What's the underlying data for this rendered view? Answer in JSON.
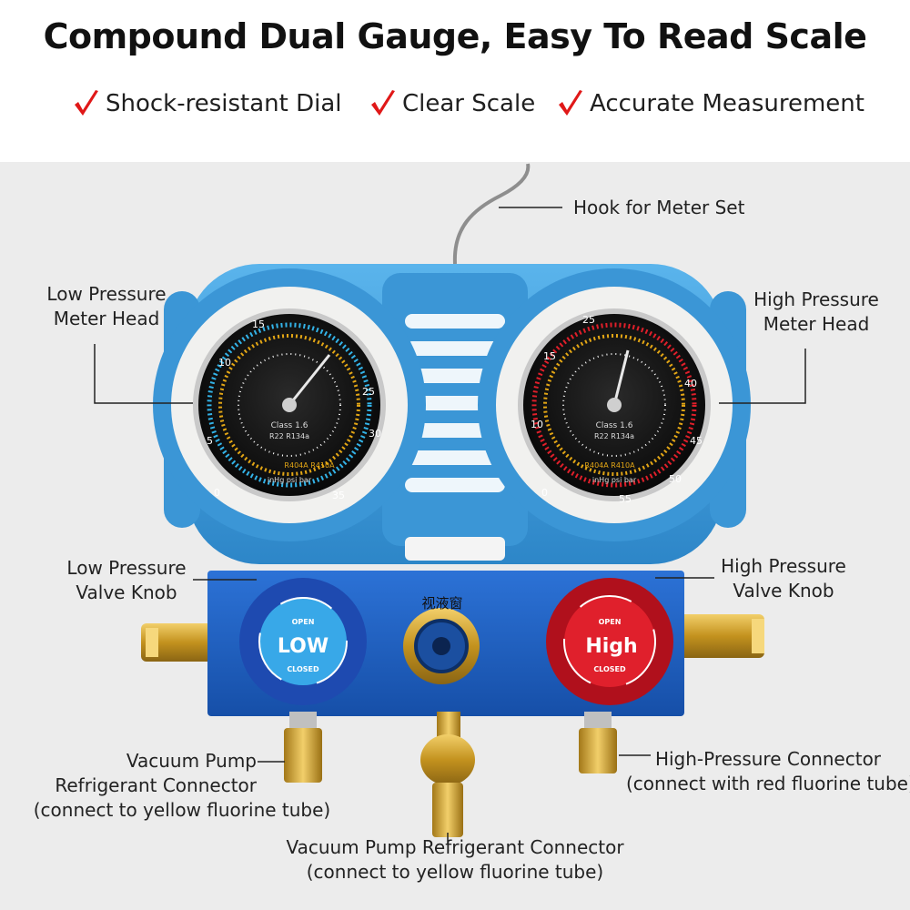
{
  "header": {
    "title": "Compound Dual Gauge, Easy To Read Scale",
    "features": [
      "Shock-resistant Dial",
      "Clear Scale",
      "Accurate Measurement"
    ]
  },
  "colors": {
    "check": "#e01818",
    "body_blue": "#3a9ad8",
    "manifold_blue": "#1d5fc4",
    "knob_red": "#d81a26",
    "brass": "#c99a2c",
    "background": "#ececec"
  },
  "icons": [
    "checkmark-icon"
  ],
  "labels": {
    "hook": "Hook for Meter Set",
    "low_head": [
      "Low Pressure",
      "Meter Head"
    ],
    "high_head": [
      "High Pressure",
      "Meter Head"
    ],
    "low_knob": [
      "Low Pressure",
      "Valve Knob"
    ],
    "high_knob": [
      "High Pressure",
      "Valve Knob"
    ],
    "vac_left": [
      "Vacuum Pump",
      "Refrigerant Connector",
      "(connect to yellow fluorine tube)"
    ],
    "high_conn": [
      "High-Pressure Connector",
      "(connect with red fluorine tube)"
    ],
    "vac_bottom": [
      "Vacuum Pump Refrigerant Connector",
      "(connect to yellow fluorine tube)"
    ]
  },
  "device": {
    "sight_glass": "视液窗",
    "low_knob": {
      "open": "OPEN",
      "main": "LOW",
      "closed": "CLOSED"
    },
    "high_knob": {
      "open": "OPEN",
      "main": "High",
      "closed": "CLOSED"
    },
    "gauge_low": {
      "class": "Class 1.6",
      "refrigerants": "R22 R134a",
      "refrigerants2": "R404A R410A",
      "units": "inHg psi bar",
      "scale_left": [
        "0",
        "5",
        "10",
        "15"
      ],
      "scale_right": [
        "25",
        "30",
        "35"
      ]
    },
    "gauge_high": {
      "class": "Class 1.6",
      "refrigerants": "R22 R134a",
      "refrigerants2": "R404A R410A",
      "units": "inHg psi bar",
      "scale_left": [
        "0",
        "10",
        "15",
        "25"
      ],
      "scale_right": [
        "40",
        "45",
        "50",
        "55"
      ]
    }
  }
}
